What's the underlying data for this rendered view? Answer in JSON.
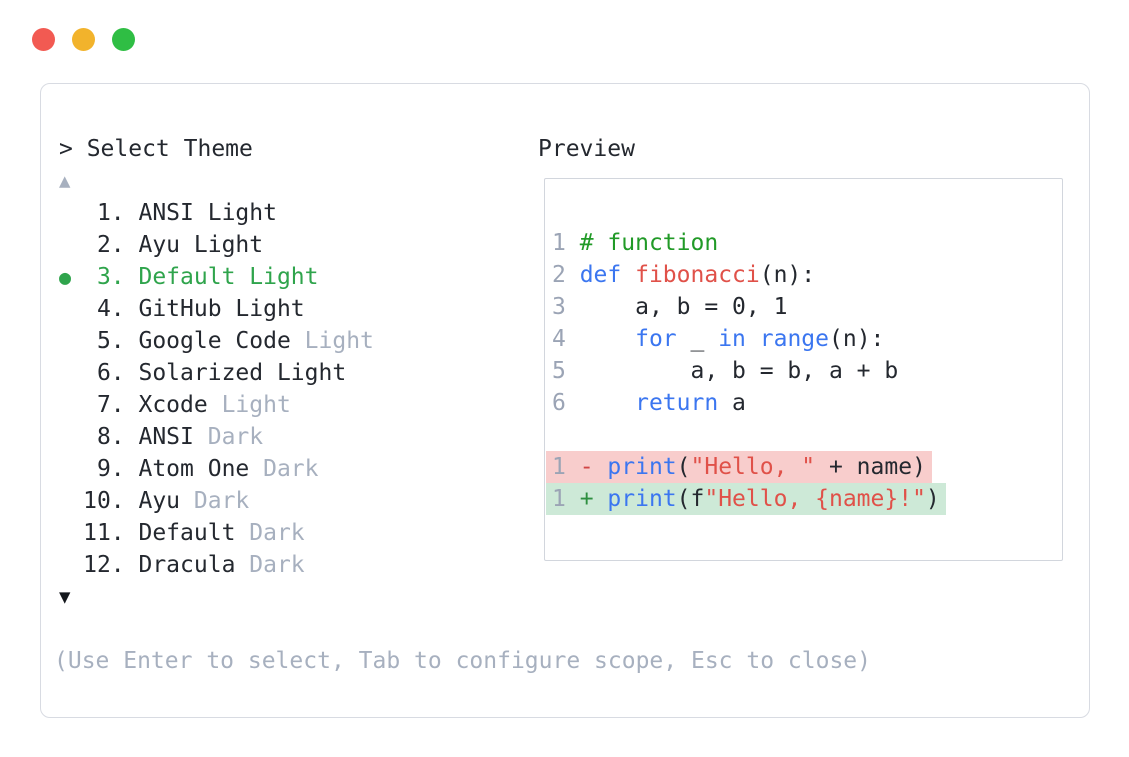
{
  "colors": {
    "text": "#24282f",
    "muted": "#a7b0bf",
    "selected_green": "#2fa44c",
    "comment_green": "#219a27",
    "keyword_blue": "#3b76f0",
    "name_red": "#e05149",
    "diff_minus": "#d04545",
    "diff_plus": "#2e8f40",
    "diff_del_bg": "#f8cdcc",
    "diff_add_bg": "#cde9d7",
    "line_number": "#9ba4b5",
    "panel_border": "#d8dbe2",
    "codebox_border": "#d2d6dd",
    "traffic_red": "#f25a52",
    "traffic_yellow": "#f2b32c",
    "traffic_green": "#2fbe44"
  },
  "window": {
    "close_label": "close",
    "minimize_label": "minimize",
    "maximize_label": "maximize"
  },
  "picker": {
    "prompt": "> Select Theme",
    "scroll_up": "▲",
    "scroll_down": "▼",
    "help": "(Use Enter to select, Tab to configure scope, Esc to close)",
    "selected_item": "Default Light",
    "items": [
      {
        "num": "1",
        "selected": false,
        "parts": [
          {
            "t": "ANSI Light",
            "muted": false
          }
        ]
      },
      {
        "num": "2",
        "selected": false,
        "parts": [
          {
            "t": "Ayu Light",
            "muted": false
          }
        ]
      },
      {
        "num": "3",
        "selected": true,
        "parts": [
          {
            "t": "Default Light",
            "muted": false
          }
        ]
      },
      {
        "num": "4",
        "selected": false,
        "parts": [
          {
            "t": "GitHub Light",
            "muted": false
          }
        ]
      },
      {
        "num": "5",
        "selected": false,
        "parts": [
          {
            "t": "Google Code ",
            "muted": false
          },
          {
            "t": "Light",
            "muted": true
          }
        ]
      },
      {
        "num": "6",
        "selected": false,
        "parts": [
          {
            "t": "Solarized Light",
            "muted": false
          }
        ]
      },
      {
        "num": "7",
        "selected": false,
        "parts": [
          {
            "t": "Xcode ",
            "muted": false
          },
          {
            "t": "Light",
            "muted": true
          }
        ]
      },
      {
        "num": "8",
        "selected": false,
        "parts": [
          {
            "t": "ANSI ",
            "muted": false
          },
          {
            "t": "Dark",
            "muted": true
          }
        ]
      },
      {
        "num": "9",
        "selected": false,
        "parts": [
          {
            "t": "Atom One ",
            "muted": false
          },
          {
            "t": "Dark",
            "muted": true
          }
        ]
      },
      {
        "num": "10",
        "selected": false,
        "parts": [
          {
            "t": "Ayu ",
            "muted": false
          },
          {
            "t": "Dark",
            "muted": true
          }
        ]
      },
      {
        "num": "11",
        "selected": false,
        "parts": [
          {
            "t": "Default ",
            "muted": false
          },
          {
            "t": "Dark",
            "muted": true
          }
        ]
      },
      {
        "num": "12",
        "selected": false,
        "parts": [
          {
            "t": "Dracula ",
            "muted": false
          },
          {
            "t": "Dark",
            "muted": true
          }
        ]
      }
    ]
  },
  "preview": {
    "title": "Preview",
    "code_lines": [
      {
        "ln": "1",
        "bg": "",
        "tokens": [
          {
            "t": "# function",
            "c": "com"
          }
        ]
      },
      {
        "ln": "2",
        "bg": "",
        "tokens": [
          {
            "t": "def",
            "c": "kw"
          },
          {
            "t": " ",
            "c": "pl"
          },
          {
            "t": "fibonacci",
            "c": "fn"
          },
          {
            "t": "(n):",
            "c": "pl"
          }
        ]
      },
      {
        "ln": "3",
        "bg": "",
        "tokens": [
          {
            "t": "    a, b = 0, 1",
            "c": "pl"
          }
        ]
      },
      {
        "ln": "4",
        "bg": "",
        "tokens": [
          {
            "t": "    ",
            "c": "pl"
          },
          {
            "t": "for",
            "c": "kw"
          },
          {
            "t": " _ ",
            "c": "pl"
          },
          {
            "t": "in",
            "c": "kw"
          },
          {
            "t": " ",
            "c": "pl"
          },
          {
            "t": "range",
            "c": "kw"
          },
          {
            "t": "(n):",
            "c": "pl"
          }
        ]
      },
      {
        "ln": "5",
        "bg": "",
        "tokens": [
          {
            "t": "        a, b = b, a + b",
            "c": "pl"
          }
        ]
      },
      {
        "ln": "6",
        "bg": "",
        "tokens": [
          {
            "t": "    ",
            "c": "pl"
          },
          {
            "t": "return",
            "c": "kw"
          },
          {
            "t": " a",
            "c": "pl"
          }
        ]
      },
      {
        "ln": "",
        "bg": "",
        "tokens": []
      },
      {
        "ln": "1",
        "bg": "del",
        "tokens": [
          {
            "t": "- ",
            "c": "minus"
          },
          {
            "t": "print",
            "c": "kw"
          },
          {
            "t": "(",
            "c": "pl"
          },
          {
            "t": "\"Hello, \"",
            "c": "str"
          },
          {
            "t": " + name)",
            "c": "pl"
          }
        ]
      },
      {
        "ln": "1",
        "bg": "add",
        "tokens": [
          {
            "t": "+ ",
            "c": "plus"
          },
          {
            "t": "print",
            "c": "kw"
          },
          {
            "t": "(f",
            "c": "pl"
          },
          {
            "t": "\"Hello, {name}!\"",
            "c": "str"
          },
          {
            "t": ")",
            "c": "pl"
          }
        ]
      }
    ]
  }
}
